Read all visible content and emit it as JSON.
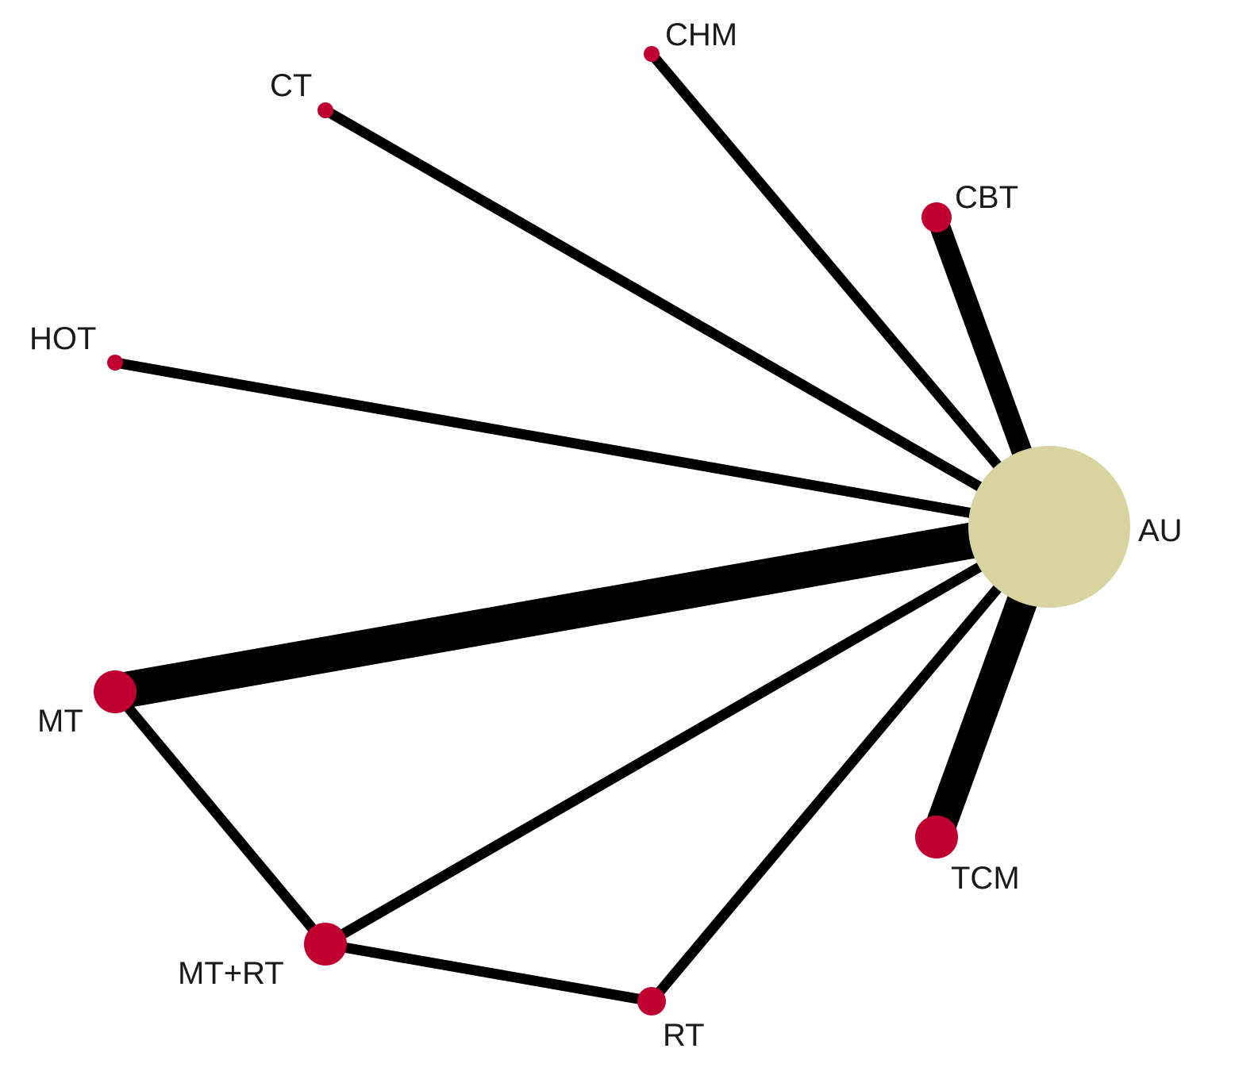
{
  "colors": {
    "background": "#ffffff",
    "edge": "#000000",
    "treatment_node": "#c00030",
    "reference_node": "#d8d3a0",
    "label": "#1a1a1a"
  },
  "nodes": [
    {
      "id": "AU",
      "label": "AU",
      "type": "reference",
      "weight": 10
    },
    {
      "id": "CHM",
      "label": "CHM",
      "type": "treatment",
      "weight": 1
    },
    {
      "id": "CT",
      "label": "CT",
      "type": "treatment",
      "weight": 1
    },
    {
      "id": "CBT",
      "label": "CBT",
      "type": "treatment",
      "weight": 2
    },
    {
      "id": "HOT",
      "label": "HOT",
      "type": "treatment",
      "weight": 1
    },
    {
      "id": "MT",
      "label": "MT",
      "type": "treatment",
      "weight": 3
    },
    {
      "id": "MT+RT",
      "label": "MT+RT",
      "type": "treatment",
      "weight": 3
    },
    {
      "id": "RT",
      "label": "RT",
      "type": "treatment",
      "weight": 1.5
    },
    {
      "id": "TCM",
      "label": "TCM",
      "type": "treatment",
      "weight": 3
    }
  ],
  "edges": [
    {
      "source": "AU",
      "target": "CHM",
      "weight": 1
    },
    {
      "source": "AU",
      "target": "CT",
      "weight": 1
    },
    {
      "source": "AU",
      "target": "CBT",
      "weight": 2
    },
    {
      "source": "AU",
      "target": "HOT",
      "weight": 1
    },
    {
      "source": "AU",
      "target": "MT",
      "weight": 3.5
    },
    {
      "source": "AU",
      "target": "MT+RT",
      "weight": 1
    },
    {
      "source": "AU",
      "target": "RT",
      "weight": 1
    },
    {
      "source": "AU",
      "target": "TCM",
      "weight": 3
    },
    {
      "source": "MT",
      "target": "MT+RT",
      "weight": 1
    },
    {
      "source": "MT+RT",
      "target": "RT",
      "weight": 1
    }
  ]
}
